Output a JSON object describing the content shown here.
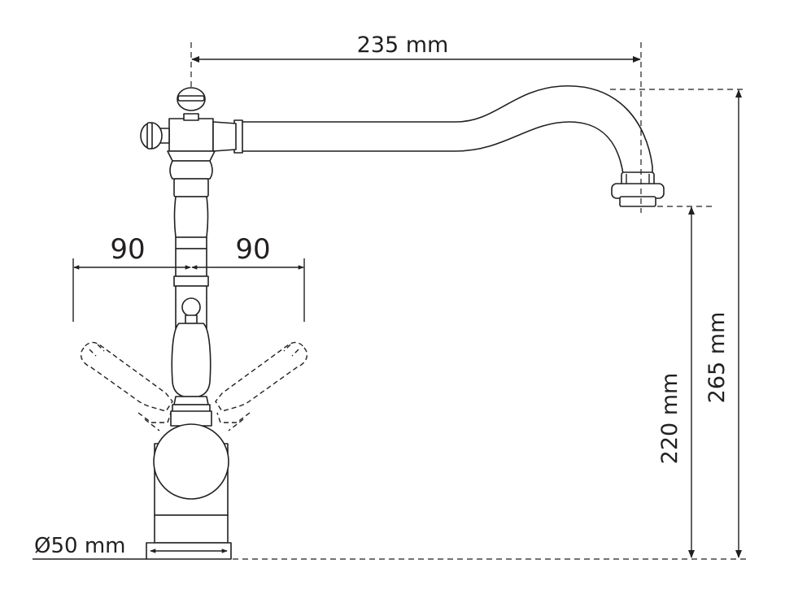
{
  "dimensions": {
    "spout_reach": "235 mm",
    "handle_swing_left": "90",
    "handle_swing_right": "90",
    "total_height": "265 mm",
    "spout_clearance": "220 mm",
    "base_diameter": "Ø50 mm"
  },
  "colors": {
    "line": "#231f20",
    "background": "#ffffff"
  }
}
